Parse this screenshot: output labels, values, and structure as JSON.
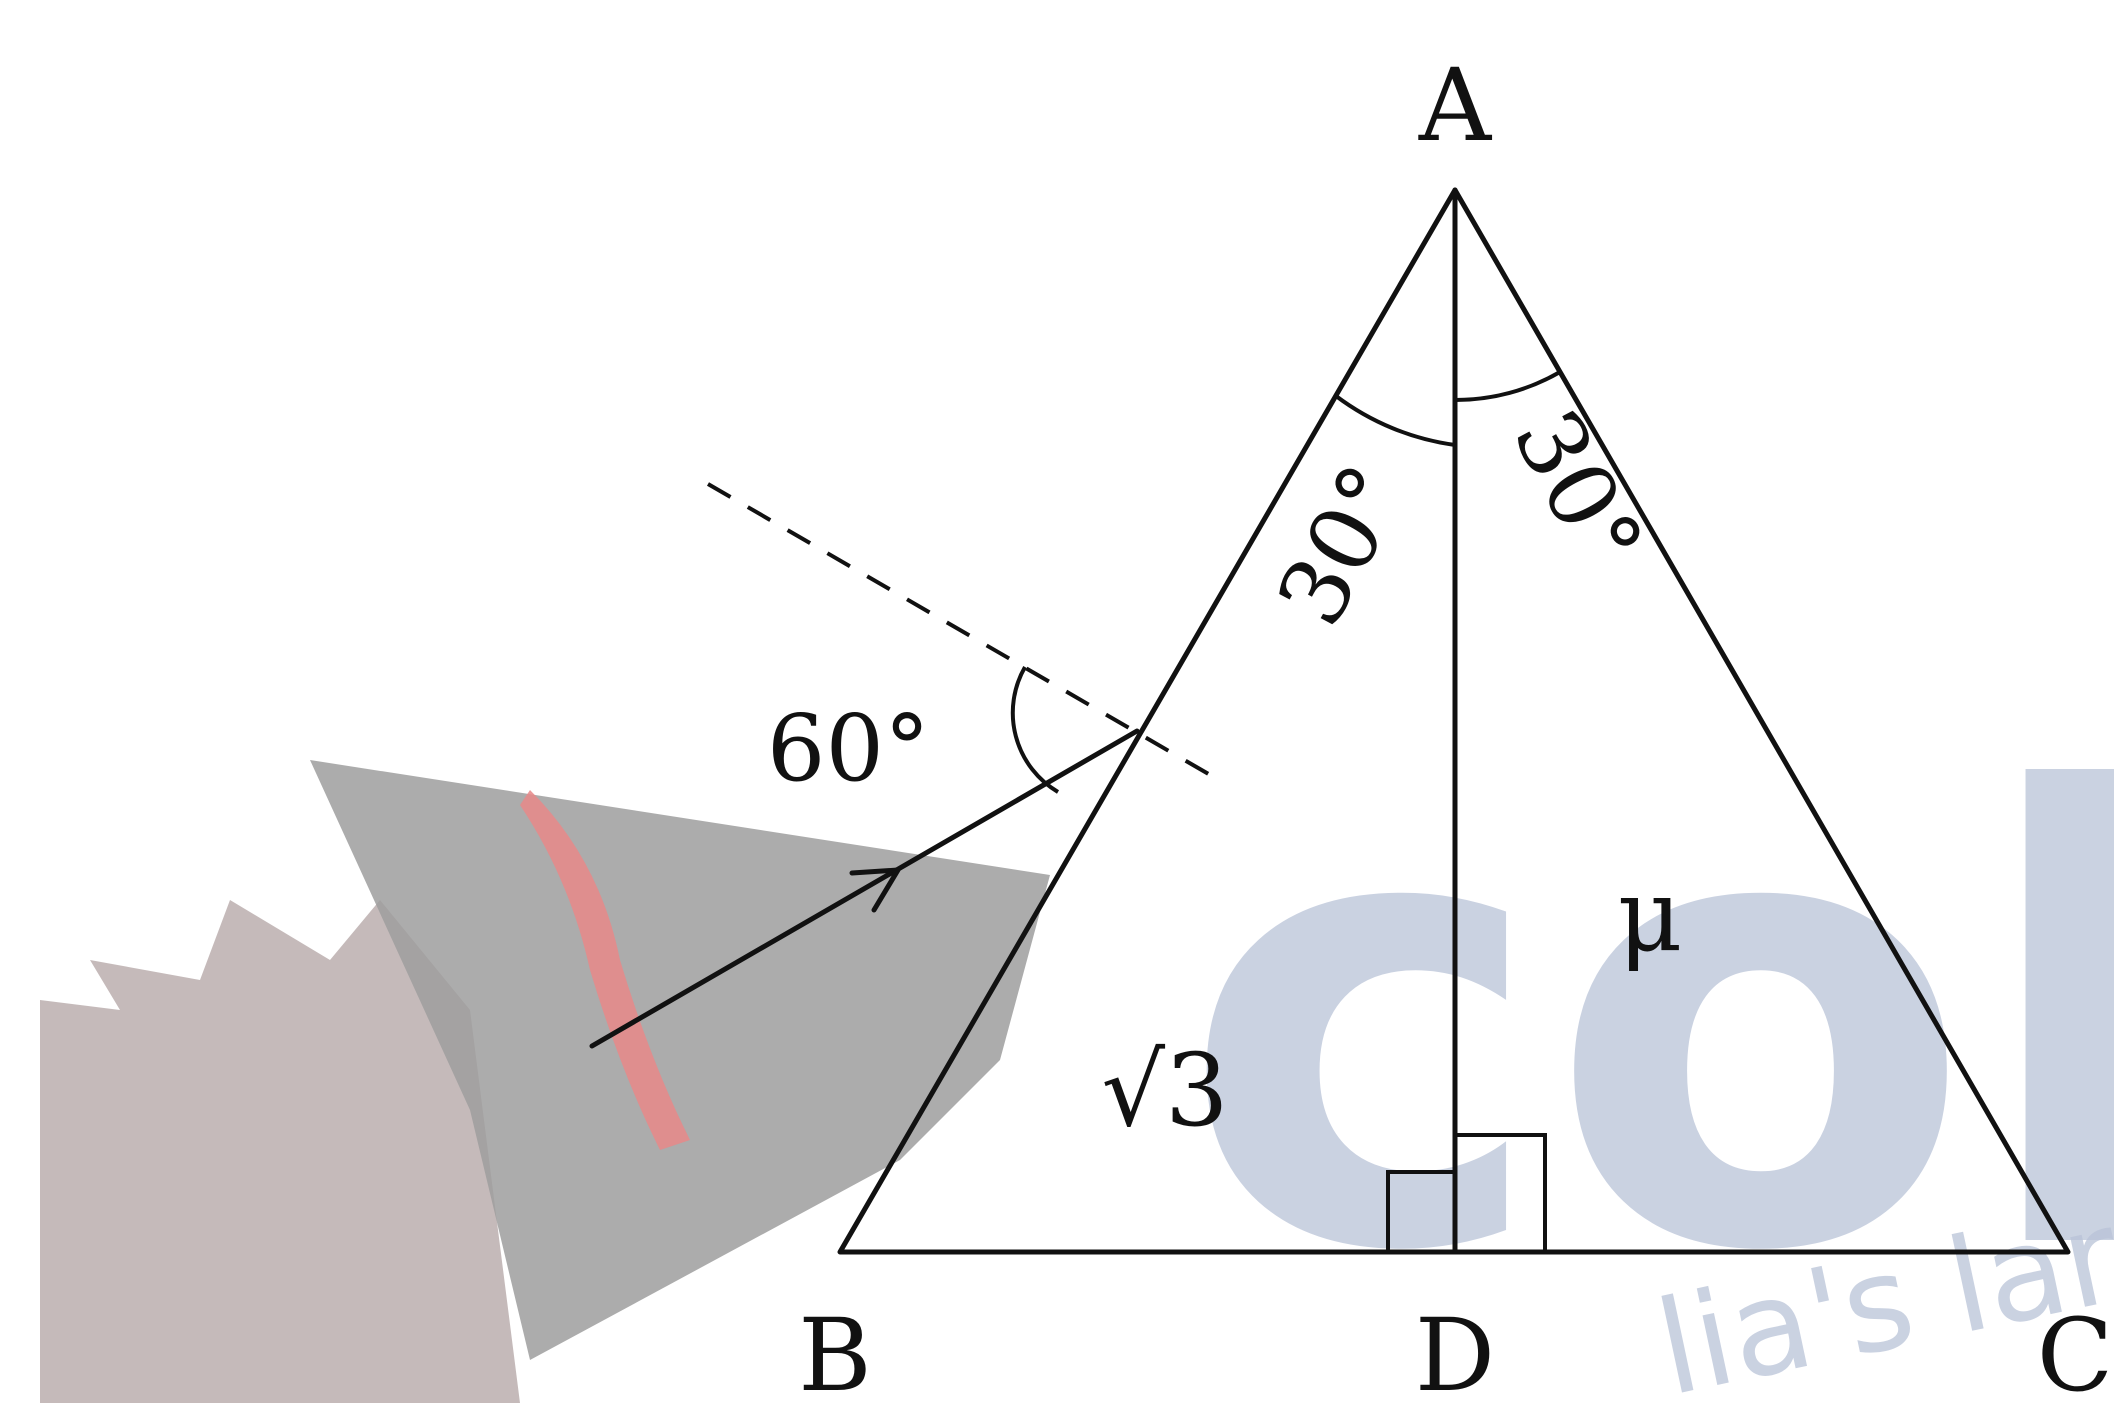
{
  "diagram": {
    "vertices": {
      "A": "A",
      "B": "B",
      "C": "C",
      "D": "D"
    },
    "angles": {
      "apex_left": "30°",
      "apex_right": "30°",
      "incidence": "60°"
    },
    "regions": {
      "left_index": "√3",
      "right_index": "μ"
    }
  },
  "watermark": {
    "word": "colle",
    "tagline": "lia's lar",
    "colors": {
      "letters": "#b9c3d8",
      "cap": "#9d9d9d",
      "tassel": "#e88888",
      "hair": "#b7a9a9"
    }
  }
}
